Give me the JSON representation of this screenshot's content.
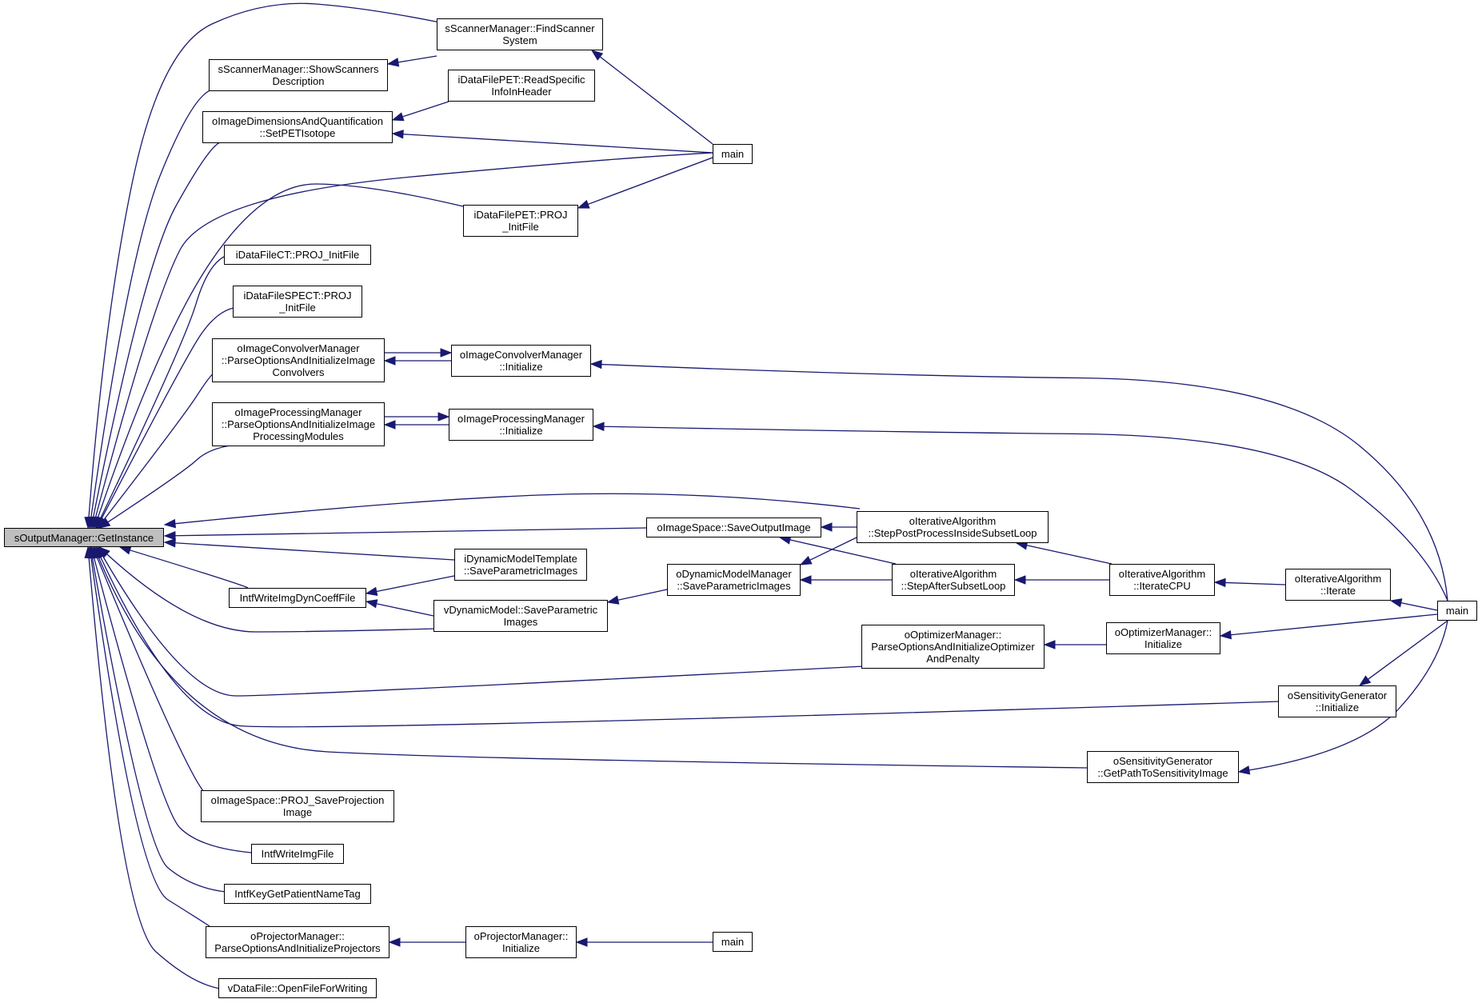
{
  "graph": {
    "edge_color": "#191970",
    "nodes": {
      "root": "sOutputManager::GetInstance",
      "scan_find": "sScannerManager::FindScanner\nSystem",
      "scan_show": "sScannerManager::ShowScanners\nDescription",
      "pet_read": "iDataFilePET::ReadSpecific\nInfoInHeader",
      "img_dims": "oImageDimensionsAndQuantification\n::SetPETIsotope",
      "main1": "main",
      "pet_init": "iDataFilePET::PROJ\n_InitFile",
      "ct_init": "iDataFileCT::PROJ_InitFile",
      "spect_init": "iDataFileSPECT::PROJ\n_InitFile",
      "conv_parse": "oImageConvolverManager\n::ParseOptionsAndInitializeImage\nConvolvers",
      "conv_init": "oImageConvolverManager\n::Initialize",
      "proc_parse": "oImageProcessingManager\n::ParseOptionsAndInitializeImage\nProcessingModules",
      "proc_init": "oImageProcessingManager\n::Initialize",
      "iter_post": "oIterativeAlgorithm\n::StepPostProcessInsideSubsetLoop",
      "save_out": "oImageSpace::SaveOutputImage",
      "dyn_tmpl": "iDynamicModelTemplate\n::SaveParametricImages",
      "dyn_mgr": "oDynamicModelManager\n::SaveParametricImages",
      "iter_after": "oIterativeAlgorithm\n::StepAfterSubsetLoop",
      "iter_cpu": "oIterativeAlgorithm\n::IterateCPU",
      "iter_iter": "oIterativeAlgorithm\n::Iterate",
      "intf_dyn": "IntfWriteImgDynCoeffFile",
      "vdyn": "vDynamicModel::SaveParametric\nImages",
      "main2": "main",
      "opt_parse": "oOptimizerManager::\nParseOptionsAndInitializeOptimizer\nAndPenalty",
      "opt_init": "oOptimizerManager::\nInitialize",
      "sens_init": "oSensitivityGenerator\n::Initialize",
      "sens_path": "oSensitivityGenerator\n::GetPathToSensitivityImage",
      "proj_save": "oImageSpace::PROJ_SaveProjection\nImage",
      "intf_img": "IntfWriteImgFile",
      "intf_key": "IntfKeyGetPatientNameTag",
      "proj_parse": "oProjectorManager::\nParseOptionsAndInitializeProjectors",
      "proj_init": "oProjectorManager::\nInitialize",
      "main3": "main",
      "vdata": "vDataFile::OpenFileForWriting"
    }
  }
}
